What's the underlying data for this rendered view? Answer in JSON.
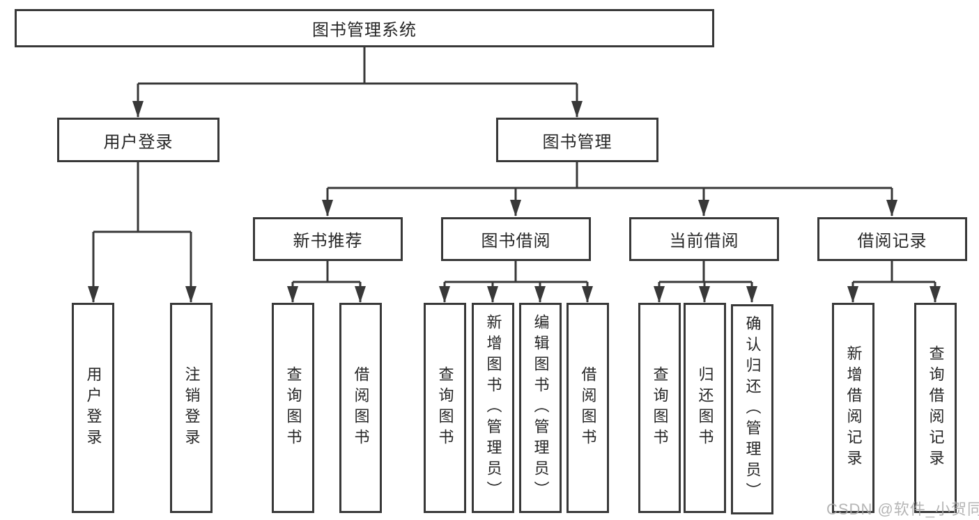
{
  "root": {
    "label": "图书管理系统"
  },
  "user_login": {
    "label": "用户登录",
    "children": [
      "用户登录",
      "注销登录"
    ]
  },
  "book_management": {
    "label": "图书管理",
    "sections": [
      {
        "label": "新书推荐",
        "children": [
          "查询图书",
          "借阅图书"
        ]
      },
      {
        "label": "图书借阅",
        "children": [
          "查询图书",
          "新增图书（管理员）",
          "编辑图书（管理员）",
          "借阅图书"
        ]
      },
      {
        "label": "当前借阅",
        "children": [
          "查询图书",
          "归还图书",
          "确认归还（管理员）"
        ]
      },
      {
        "label": "借阅记录",
        "children": [
          "新增借阅记录",
          "查询借阅记录"
        ]
      }
    ]
  },
  "watermark": {
    "text": "CSDN @软件_小贺同学"
  },
  "colors": {
    "line": "#383838",
    "border": "#383838",
    "text": "#262626",
    "background": "#ffffff",
    "watermark": "#a8a8a8"
  }
}
